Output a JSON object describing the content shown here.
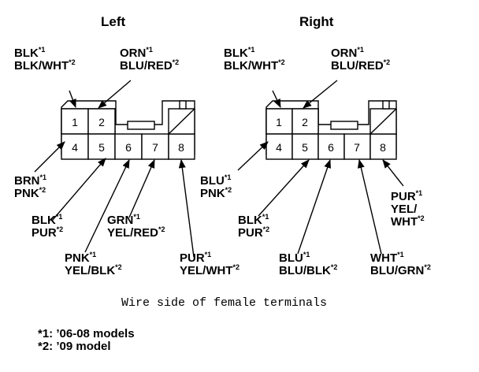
{
  "headers": {
    "left": "Left",
    "right": "Right"
  },
  "connectors": {
    "left": {
      "pins": [
        "1",
        "2",
        "4",
        "5",
        "6",
        "7",
        "8"
      ],
      "wires": [
        {
          "pin": "1",
          "first": "BLK",
          "first_note": "*1",
          "second": "BLK/WHT",
          "second_note": "*2"
        },
        {
          "pin": "2",
          "first": "ORN",
          "first_note": "*1",
          "second": "BLU/RED",
          "second_note": "*2"
        },
        {
          "pin": "4",
          "first": "BRN",
          "first_note": "*1",
          "second": "PNK",
          "second_note": "*2"
        },
        {
          "pin": "5",
          "first": "BLK",
          "first_note": "*1",
          "second": "PUR",
          "second_note": "*2"
        },
        {
          "pin": "6",
          "first": "PNK",
          "first_note": "*1",
          "second": "YEL/BLK",
          "second_note": "*2"
        },
        {
          "pin": "7",
          "first": "GRN",
          "first_note": "*1",
          "second": "YEL/RED",
          "second_note": "*2"
        },
        {
          "pin": "8",
          "first": "PUR",
          "first_note": "*1",
          "second": "YEL/WHT",
          "second_note": "*2"
        }
      ]
    },
    "right": {
      "pins": [
        "1",
        "2",
        "4",
        "5",
        "6",
        "7",
        "8"
      ],
      "wires": [
        {
          "pin": "1",
          "first": "BLK",
          "first_note": "*1",
          "second": "BLK/WHT",
          "second_note": "*2"
        },
        {
          "pin": "2",
          "first": "ORN",
          "first_note": "*1",
          "second": "BLU/RED",
          "second_note": "*2"
        },
        {
          "pin": "4",
          "first": "BLU",
          "first_note": "*1",
          "second": "PNK",
          "second_note": "*2"
        },
        {
          "pin": "5",
          "first": "BLK",
          "first_note": "*1",
          "second": "PUR",
          "second_note": "*2"
        },
        {
          "pin": "6",
          "first": "BLU",
          "first_note": "*1",
          "second": "BLU/BLK",
          "second_note": "*2"
        },
        {
          "pin": "7",
          "first": "WHT",
          "first_note": "*1",
          "second": "BLU/GRN",
          "second_note": "*2"
        },
        {
          "pin": "8",
          "first": "PUR",
          "first_note": "*1",
          "second_a": "YEL/",
          "second_b": "WHT",
          "second_note": "*2"
        }
      ]
    }
  },
  "caption": "Wire side of female terminals",
  "footnotes": [
    "*1: ’06-08 models",
    "*2: ’09 model"
  ]
}
